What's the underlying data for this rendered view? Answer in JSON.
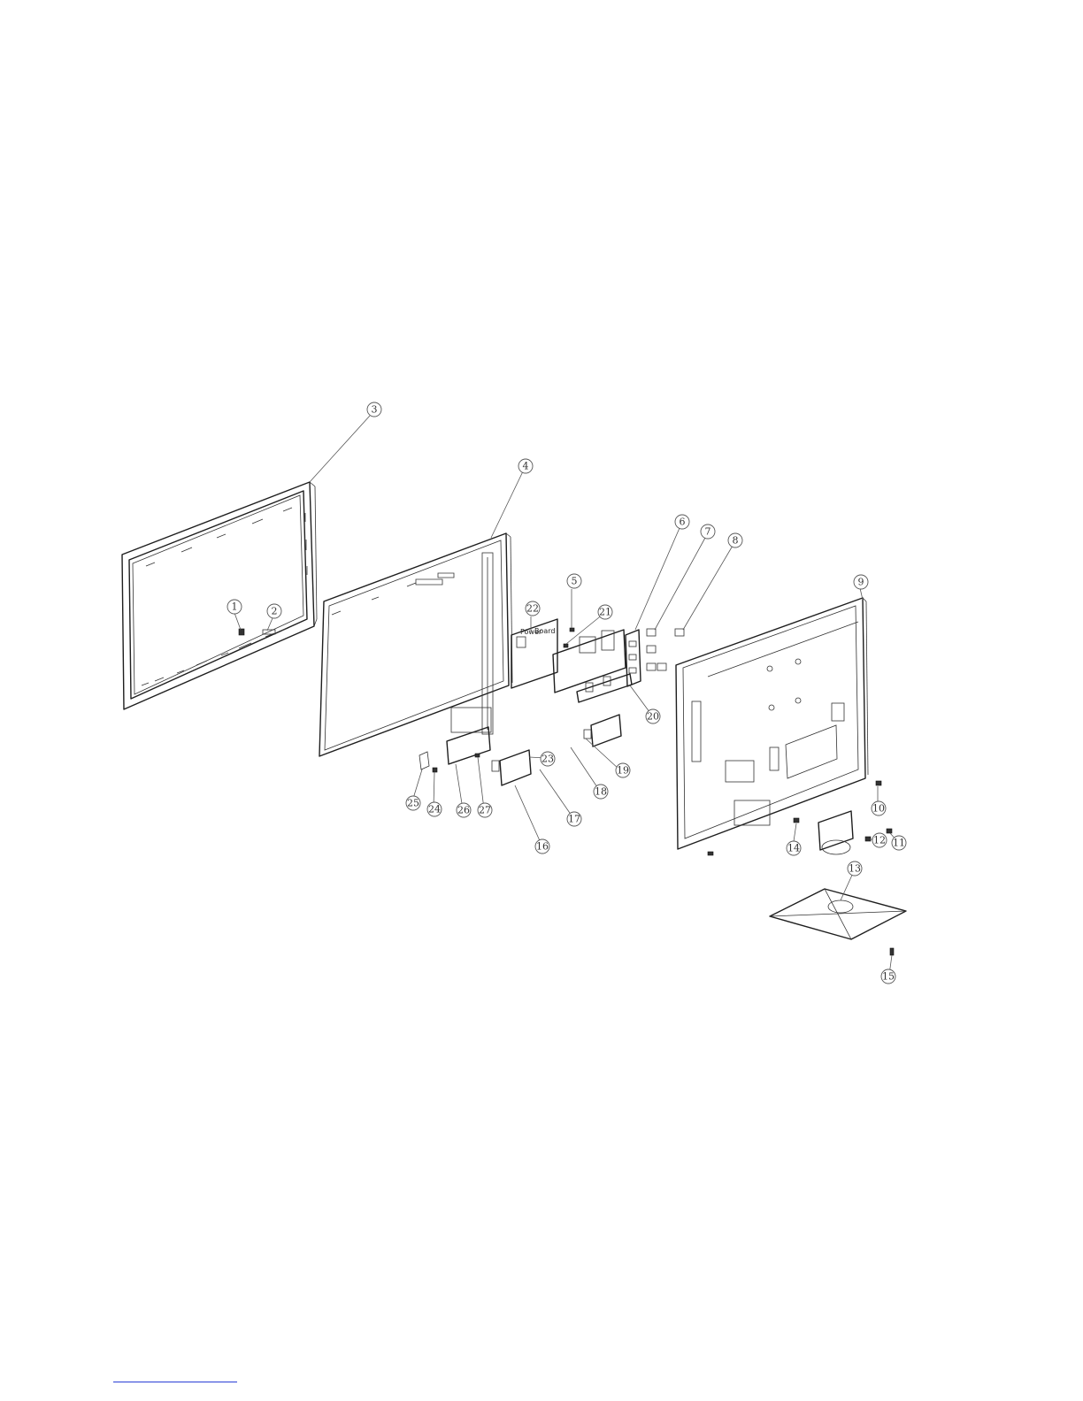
{
  "callouts": [
    {
      "id": "c1",
      "label": "1"
    },
    {
      "id": "c2",
      "label": "2"
    },
    {
      "id": "c3",
      "label": "3"
    },
    {
      "id": "c4",
      "label": "4"
    },
    {
      "id": "c5",
      "label": "5"
    },
    {
      "id": "c6",
      "label": "6"
    },
    {
      "id": "c7",
      "label": "7"
    },
    {
      "id": "c8",
      "label": "8"
    },
    {
      "id": "c9",
      "label": "9"
    },
    {
      "id": "c10",
      "label": "10"
    },
    {
      "id": "c11",
      "label": "11"
    },
    {
      "id": "c12",
      "label": "12"
    },
    {
      "id": "c13",
      "label": "13"
    },
    {
      "id": "c14",
      "label": "14"
    },
    {
      "id": "c15",
      "label": "15"
    },
    {
      "id": "c16",
      "label": "16"
    },
    {
      "id": "c17",
      "label": "17"
    },
    {
      "id": "c18",
      "label": "18"
    },
    {
      "id": "c19",
      "label": "19"
    },
    {
      "id": "c20",
      "label": "20"
    },
    {
      "id": "c21",
      "label": "21"
    },
    {
      "id": "c22",
      "label": "22"
    },
    {
      "id": "c23",
      "label": "23"
    },
    {
      "id": "c24",
      "label": "24"
    },
    {
      "id": "c25",
      "label": "25"
    },
    {
      "id": "c26",
      "label": "26"
    },
    {
      "id": "c27",
      "label": "27"
    }
  ],
  "board_marking": {
    "line1": "Power",
    "line2": "Board"
  },
  "colors": {
    "line": "#1e1e1e",
    "callout": "#555555",
    "footer_rule": "#2a3fd6"
  }
}
